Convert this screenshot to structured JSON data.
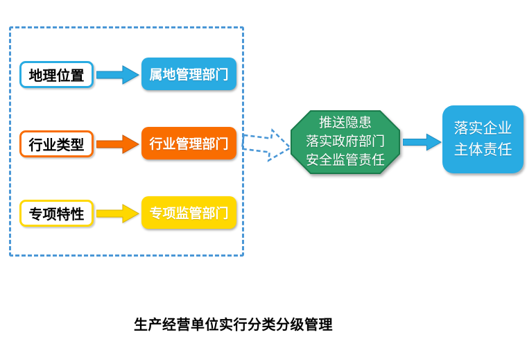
{
  "title": {
    "text": "生产经营单位实行分类分级管理"
  },
  "panel": {
    "rows": [
      {
        "factor": "地理位置",
        "department": "属地管理部门",
        "color": "#29ABE2"
      },
      {
        "factor": "行业类型",
        "department": "行业管理部门",
        "color": "#F96D00"
      },
      {
        "factor": "专项特性",
        "department": "专项监管部门",
        "color": "#FFD800"
      }
    ]
  },
  "government": {
    "lines": [
      "推送隐患",
      "落实政府部门",
      "安全监管责任"
    ],
    "fill": "#2F9E68",
    "border": "#1A7A4B"
  },
  "enterprise": {
    "lines": [
      "落实企业",
      "主体责任"
    ],
    "fill": "#29ABE2"
  },
  "colors": {
    "blue": "#29ABE2",
    "orange": "#F96D00",
    "yellow": "#FFD800",
    "green_fill": "#2F9E68",
    "green_border": "#1A7A4B",
    "dashed_blue": "#4A97D6",
    "text_black": "#000000",
    "text_white": "#FFFFFF"
  }
}
